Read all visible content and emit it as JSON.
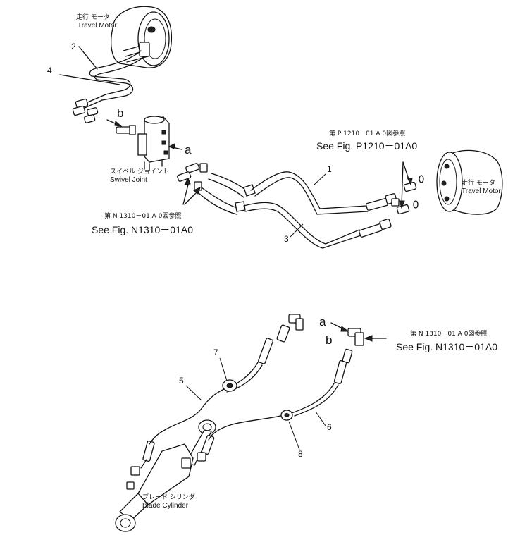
{
  "labels": {
    "travel_motor_top_jp": "走行 モータ",
    "travel_motor_top_en": "Travel Motor",
    "travel_motor_right_jp": "走行 モータ",
    "travel_motor_right_en": "Travel Motor",
    "swivel_joint_jp": "スイベル ジョイント",
    "swivel_joint_en": "Swivel Joint",
    "blade_cylinder_jp": "ブレード シリンダ",
    "blade_cylinder_en": "Blade Cylinder"
  },
  "references": {
    "p1210_jp": "第 P 1210－01 A 0図参照",
    "p1210_en": "See Fig. P1210－01A0",
    "n1310_left_jp": "第 N 1310－01 A 0図参照",
    "n1310_left_en": "See Fig. N1310－01A0",
    "n1310_right_jp": "第 N 1310－01 A 0図参照",
    "n1310_right_en": "See Fig. N1310－01A0"
  },
  "callouts": {
    "n1": "1",
    "n2": "2",
    "n3": "3",
    "n4": "4",
    "n5": "5",
    "n6": "6",
    "n7": "7",
    "n8": "8",
    "a_top": "a",
    "b_top": "b",
    "a_bottom": "a",
    "b_bottom": "b"
  }
}
